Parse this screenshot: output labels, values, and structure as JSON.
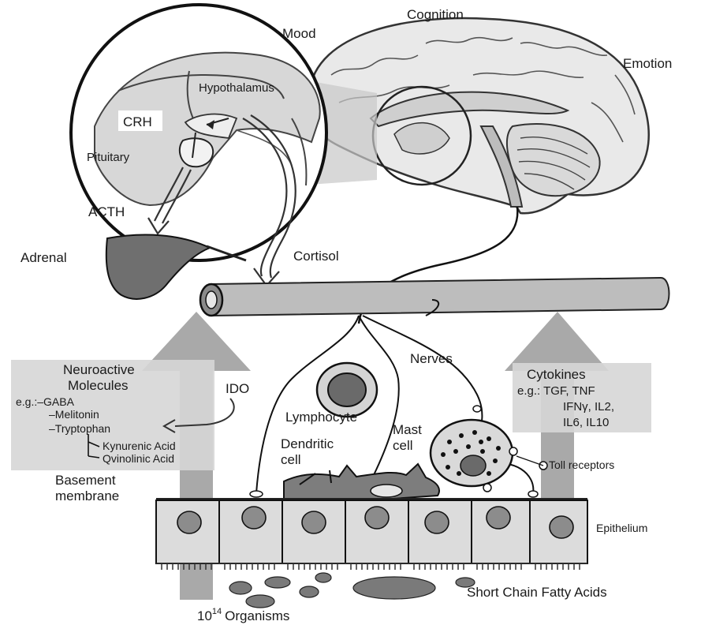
{
  "labels": {
    "cognition": "Cognition",
    "mood": "Mood",
    "emotion": "Emotion",
    "hypothalamus": "Hypothalamus",
    "crh": "CRH",
    "pituitary": "Pituitary",
    "acth": "ACTH",
    "adrenal": "Adrenal",
    "cortisol": "Cortisol",
    "nerves": "Nerves",
    "ido": "IDO",
    "lymphocyte": "Lymphocyte",
    "dendritic_cell_1": "Dendritic",
    "dendritic_cell_2": "cell",
    "mast_cell_1": "Mast",
    "mast_cell_2": "cell",
    "toll_receptors": "Toll receptors",
    "basement_membrane_1": "Basement",
    "basement_membrane_2": "membrane",
    "epithelium": "Epithelium",
    "scfa": "Short Chain Fatty Acids",
    "organisms_base": "10",
    "organisms_exp": "14",
    "organisms_text": "Organisms"
  },
  "neuroactive_box": {
    "title_1": "Neuroactive",
    "title_2": "Molecules",
    "eg_line": "e.g.:–GABA",
    "item_2": "–Melitonin",
    "item_3": "–Tryptophan",
    "item_4": "Kynurenic Acid",
    "item_5": "Qvinolinic Acid"
  },
  "cytokines_box": {
    "title": "Cytokines",
    "line_1": "e.g.: TGF, TNF",
    "line_2": "IFNγ, IL2,",
    "line_3": "IL6, IL10"
  },
  "colors": {
    "arrow_grey": "#a9a9a9",
    "box_grey": "#d6d6d6",
    "tissue_grey": "#bdbdbd",
    "dark_grey": "#555555"
  }
}
